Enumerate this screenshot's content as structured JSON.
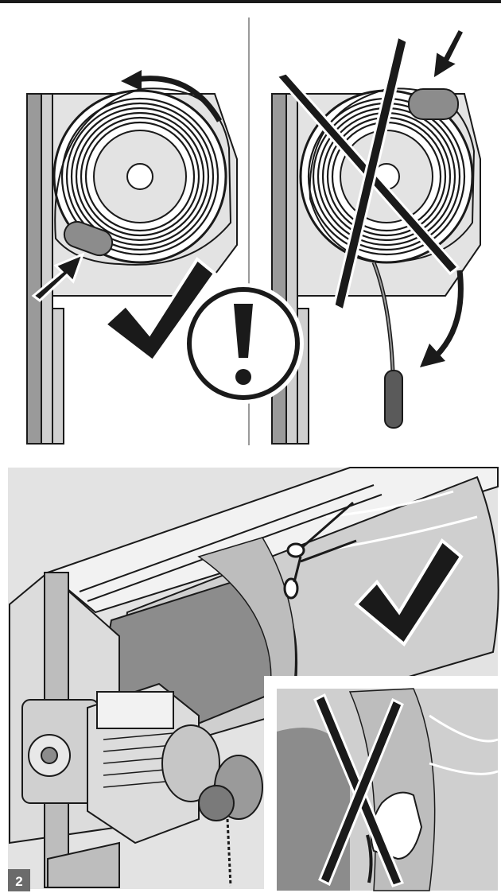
{
  "figure": {
    "step_number": "2",
    "top_left_panel": {
      "mark": "correct",
      "icon": "check-icon"
    },
    "top_center": {
      "icon": "warning-exclamation-icon"
    },
    "top_right_panel": {
      "mark": "incorrect",
      "icon": "cross-icon"
    },
    "bottom_main": {
      "mark": "correct",
      "icon": "check-icon",
      "tool": "scissors-icon"
    },
    "bottom_inset": {
      "mark": "incorrect",
      "icon": "cross-icon",
      "action": "tearing-by-hand"
    }
  },
  "colors": {
    "line": "#1a1a1a",
    "panel_gray": "#e3e3e3",
    "mid_gray": "#9a9a9a",
    "dark_gray": "#5a5a5a",
    "fabric_gray": "#8c8c8c",
    "badge_bg": "#6b6b6b"
  }
}
